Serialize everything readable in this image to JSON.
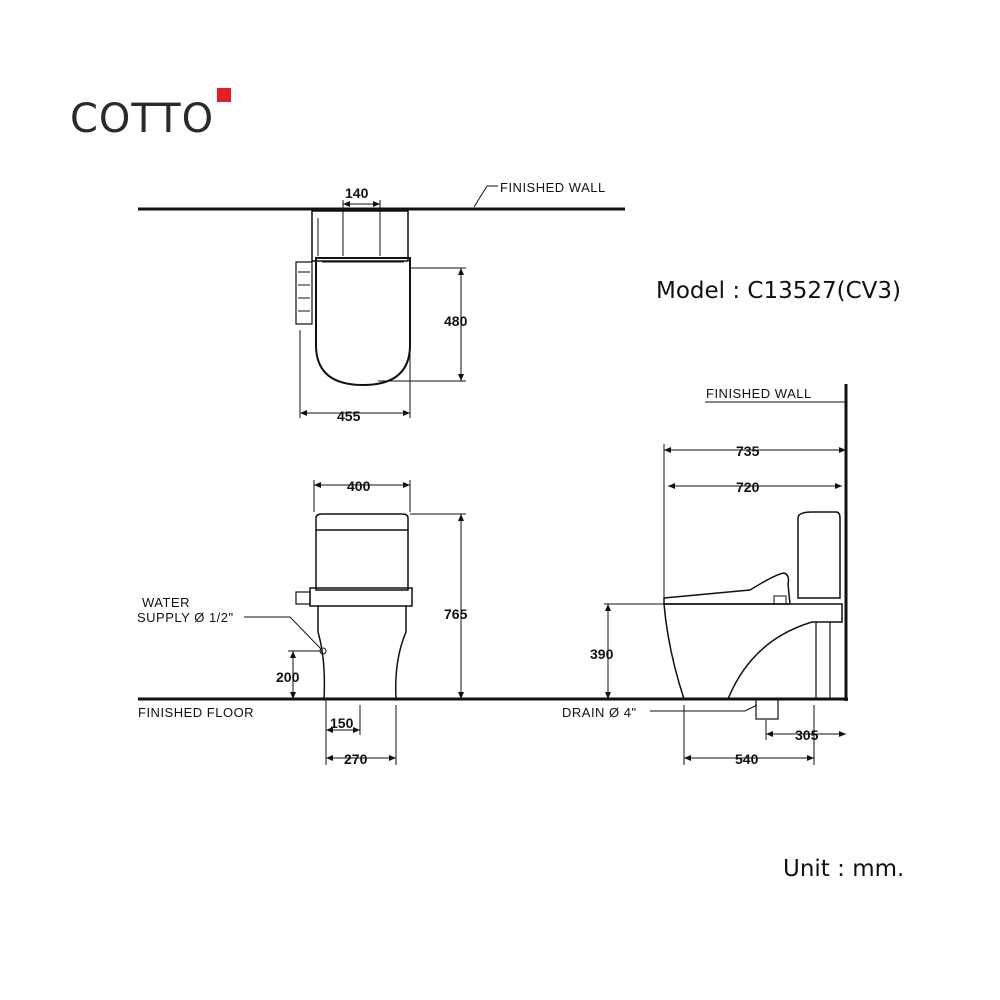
{
  "brand": {
    "name": "COTTO",
    "accent_color": "#e31e24"
  },
  "model_label": "Model : C13527(CV3)",
  "unit_label": "Unit : mm.",
  "labels": {
    "finished_wall_top": "FINISHED WALL",
    "finished_wall_side": "FINISHED  WALL",
    "water_supply_1": "WATER",
    "water_supply_2": "SUPPLY Ø 1/2\"",
    "finished_floor": "FINISHED  FLOOR",
    "drain": "DRAIN Ø 4\""
  },
  "dimensions": {
    "top_width": "140",
    "seat_depth": "480",
    "overall_width": "455",
    "tank_width": "400",
    "overall_height": "765",
    "supply_height": "200",
    "supply_offset": "150",
    "front_width": "270",
    "total_depth": "735",
    "bowl_depth": "720",
    "seat_height": "390",
    "drain_offset": "305",
    "base_depth": "540"
  }
}
